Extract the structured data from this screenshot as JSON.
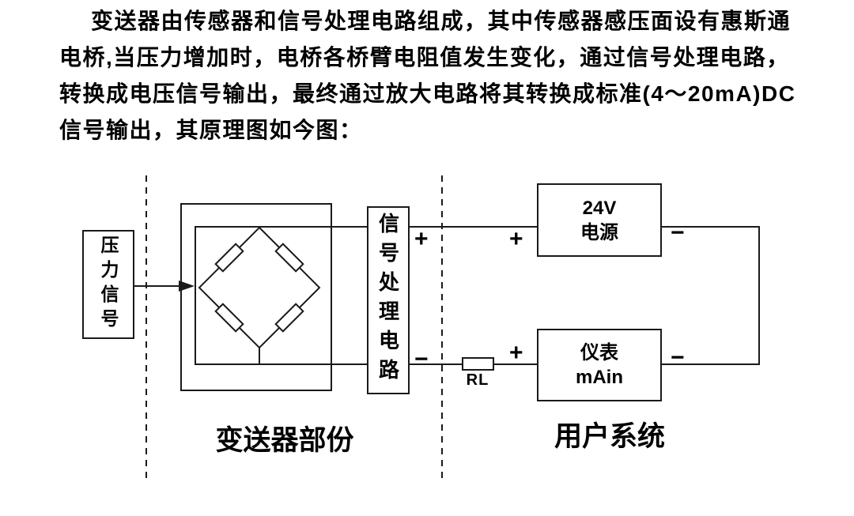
{
  "paragraph": {
    "lines": [
      "变送器由传感器和信号处理电路组成，其中传感器感压面设有惠斯通",
      "电桥,当压力增加时，电桥各桥臂电阻值发生变化，通过信号处理电路，",
      "转换成电压信号输出，最终通过放大电路将其转换成标准(4～20mA)DC",
      "信号输出，其原理图如今图："
    ]
  },
  "diagram": {
    "pressure_signal_box": "压力信号",
    "signal_processing_box": "信号处理电路",
    "power_supply_box": {
      "line1": "24V",
      "line2": "电源"
    },
    "meter_box": {
      "line1": "仪表",
      "line2": "mAin"
    },
    "load_resistor_label": "RL",
    "plus": "+",
    "minus": "−",
    "left_section_label": "变送器部份",
    "right_section_label": "用户系统",
    "colors": {
      "line": "#1a1a1a",
      "text": "#000000",
      "background": "#ffffff"
    }
  }
}
